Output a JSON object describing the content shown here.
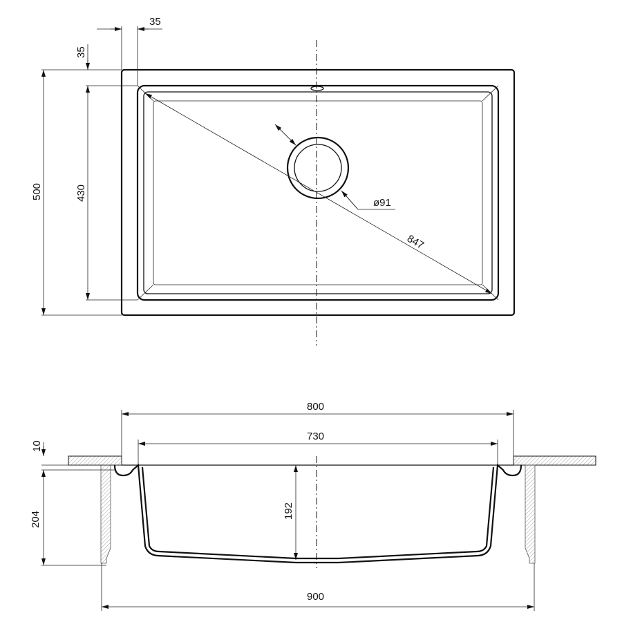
{
  "top_view": {
    "rim_width_label": "35",
    "rim_height_label": "35",
    "overall_depth_label": "500",
    "bowl_depth_label": "430",
    "drain_diameter_label": "ø91",
    "diagonal_label": "847"
  },
  "section_view": {
    "cutout_width_label": "800",
    "bowl_width_label": "730",
    "counter_thickness_label": "10",
    "overall_height_label": "204",
    "bowl_height_label": "192",
    "overall_width_label": "900"
  },
  "colors": {
    "line": "#111111",
    "background": "#ffffff"
  }
}
